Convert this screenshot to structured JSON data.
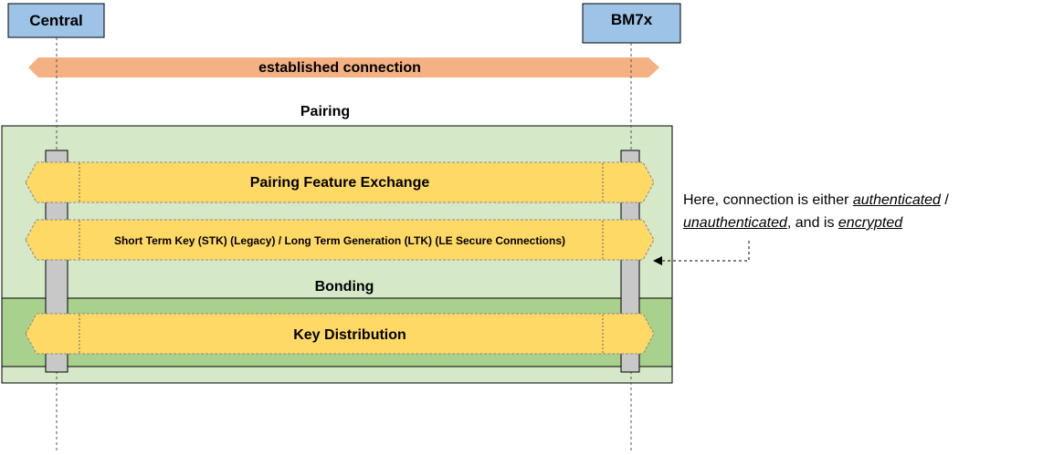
{
  "participants": {
    "central": "Central",
    "peripheral": "BM7x"
  },
  "connection": {
    "label": "established connection"
  },
  "phases": {
    "pairing": "Pairing",
    "bonding": "Bonding"
  },
  "messages": {
    "feature_exchange": "Pairing Feature Exchange",
    "key_generation": "Short Term Key (STK) (Legacy) / Long Term Generation (LTK) (LE Secure Connections)",
    "key_distribution": "Key Distribution"
  },
  "note": {
    "lead": "Here, connection is either ",
    "authenticated": "authenticated",
    "sep1": " / ",
    "unauthenticated": "unauthenticated",
    "mid": ", and is ",
    "encrypted": "encrypted"
  },
  "colors": {
    "participant_fill": "#9dc3e6",
    "connection_fill": "#f4b183",
    "pairing_fill": "#d5e8c8",
    "bonding_fill": "#a9d18e",
    "message_fill": "#ffd966",
    "activation_fill": "#c8c8c8"
  }
}
